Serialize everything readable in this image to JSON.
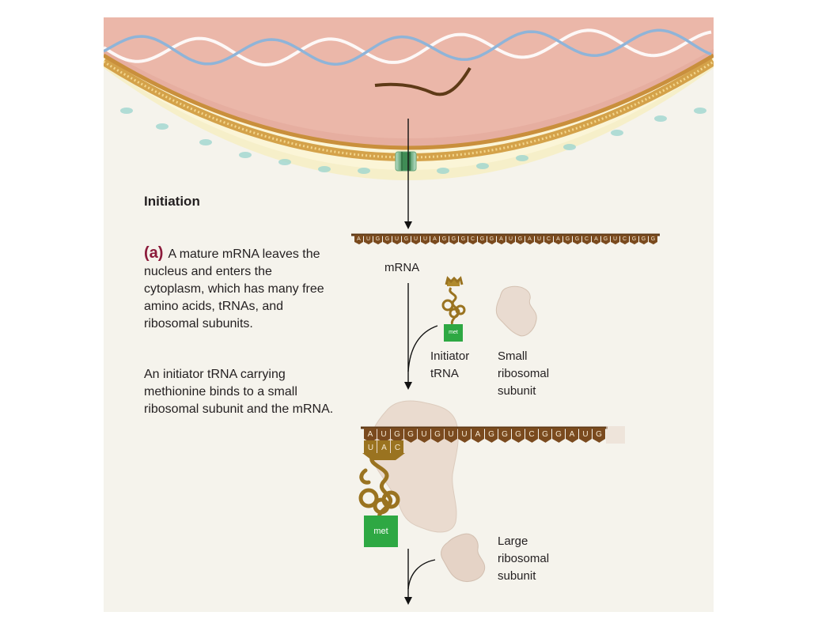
{
  "heading": "Initiation",
  "step_letter": "(a)",
  "paragraph_1": "A mature mRNA leaves the nucleus and enters the cytoplasm, which has many free amino acids, tRNAs, and ribosomal subunits.",
  "paragraph_2": "An initiator tRNA carrying methionine binds to a small ribosomal subunit and the mRNA.",
  "labels": {
    "mrna": "mRNA",
    "initiator_trna": "Initiator tRNA",
    "small_subunit": "Small ribosomal subunit",
    "large_subunit": "Large ribosomal subunit",
    "met": "met"
  },
  "mrna_strand_1": "AUGGUGUUAGGGCGGAUGAUCAGGCAGUCGGG",
  "mrna_strand_2": "AUGGUGUUAGGGCGGAUG",
  "anticodon": "UAC",
  "colors": {
    "nucleus": "#e6aea0",
    "cytoplasm": "#f5f3ec",
    "membrane": "#d4a24a",
    "mrna_brown": "#7a4a1e",
    "trna_gold": "#9a7320",
    "met_green": "#2ea843",
    "ribosome": "#e8d8cc",
    "step_letter": "#8b1a3a"
  }
}
